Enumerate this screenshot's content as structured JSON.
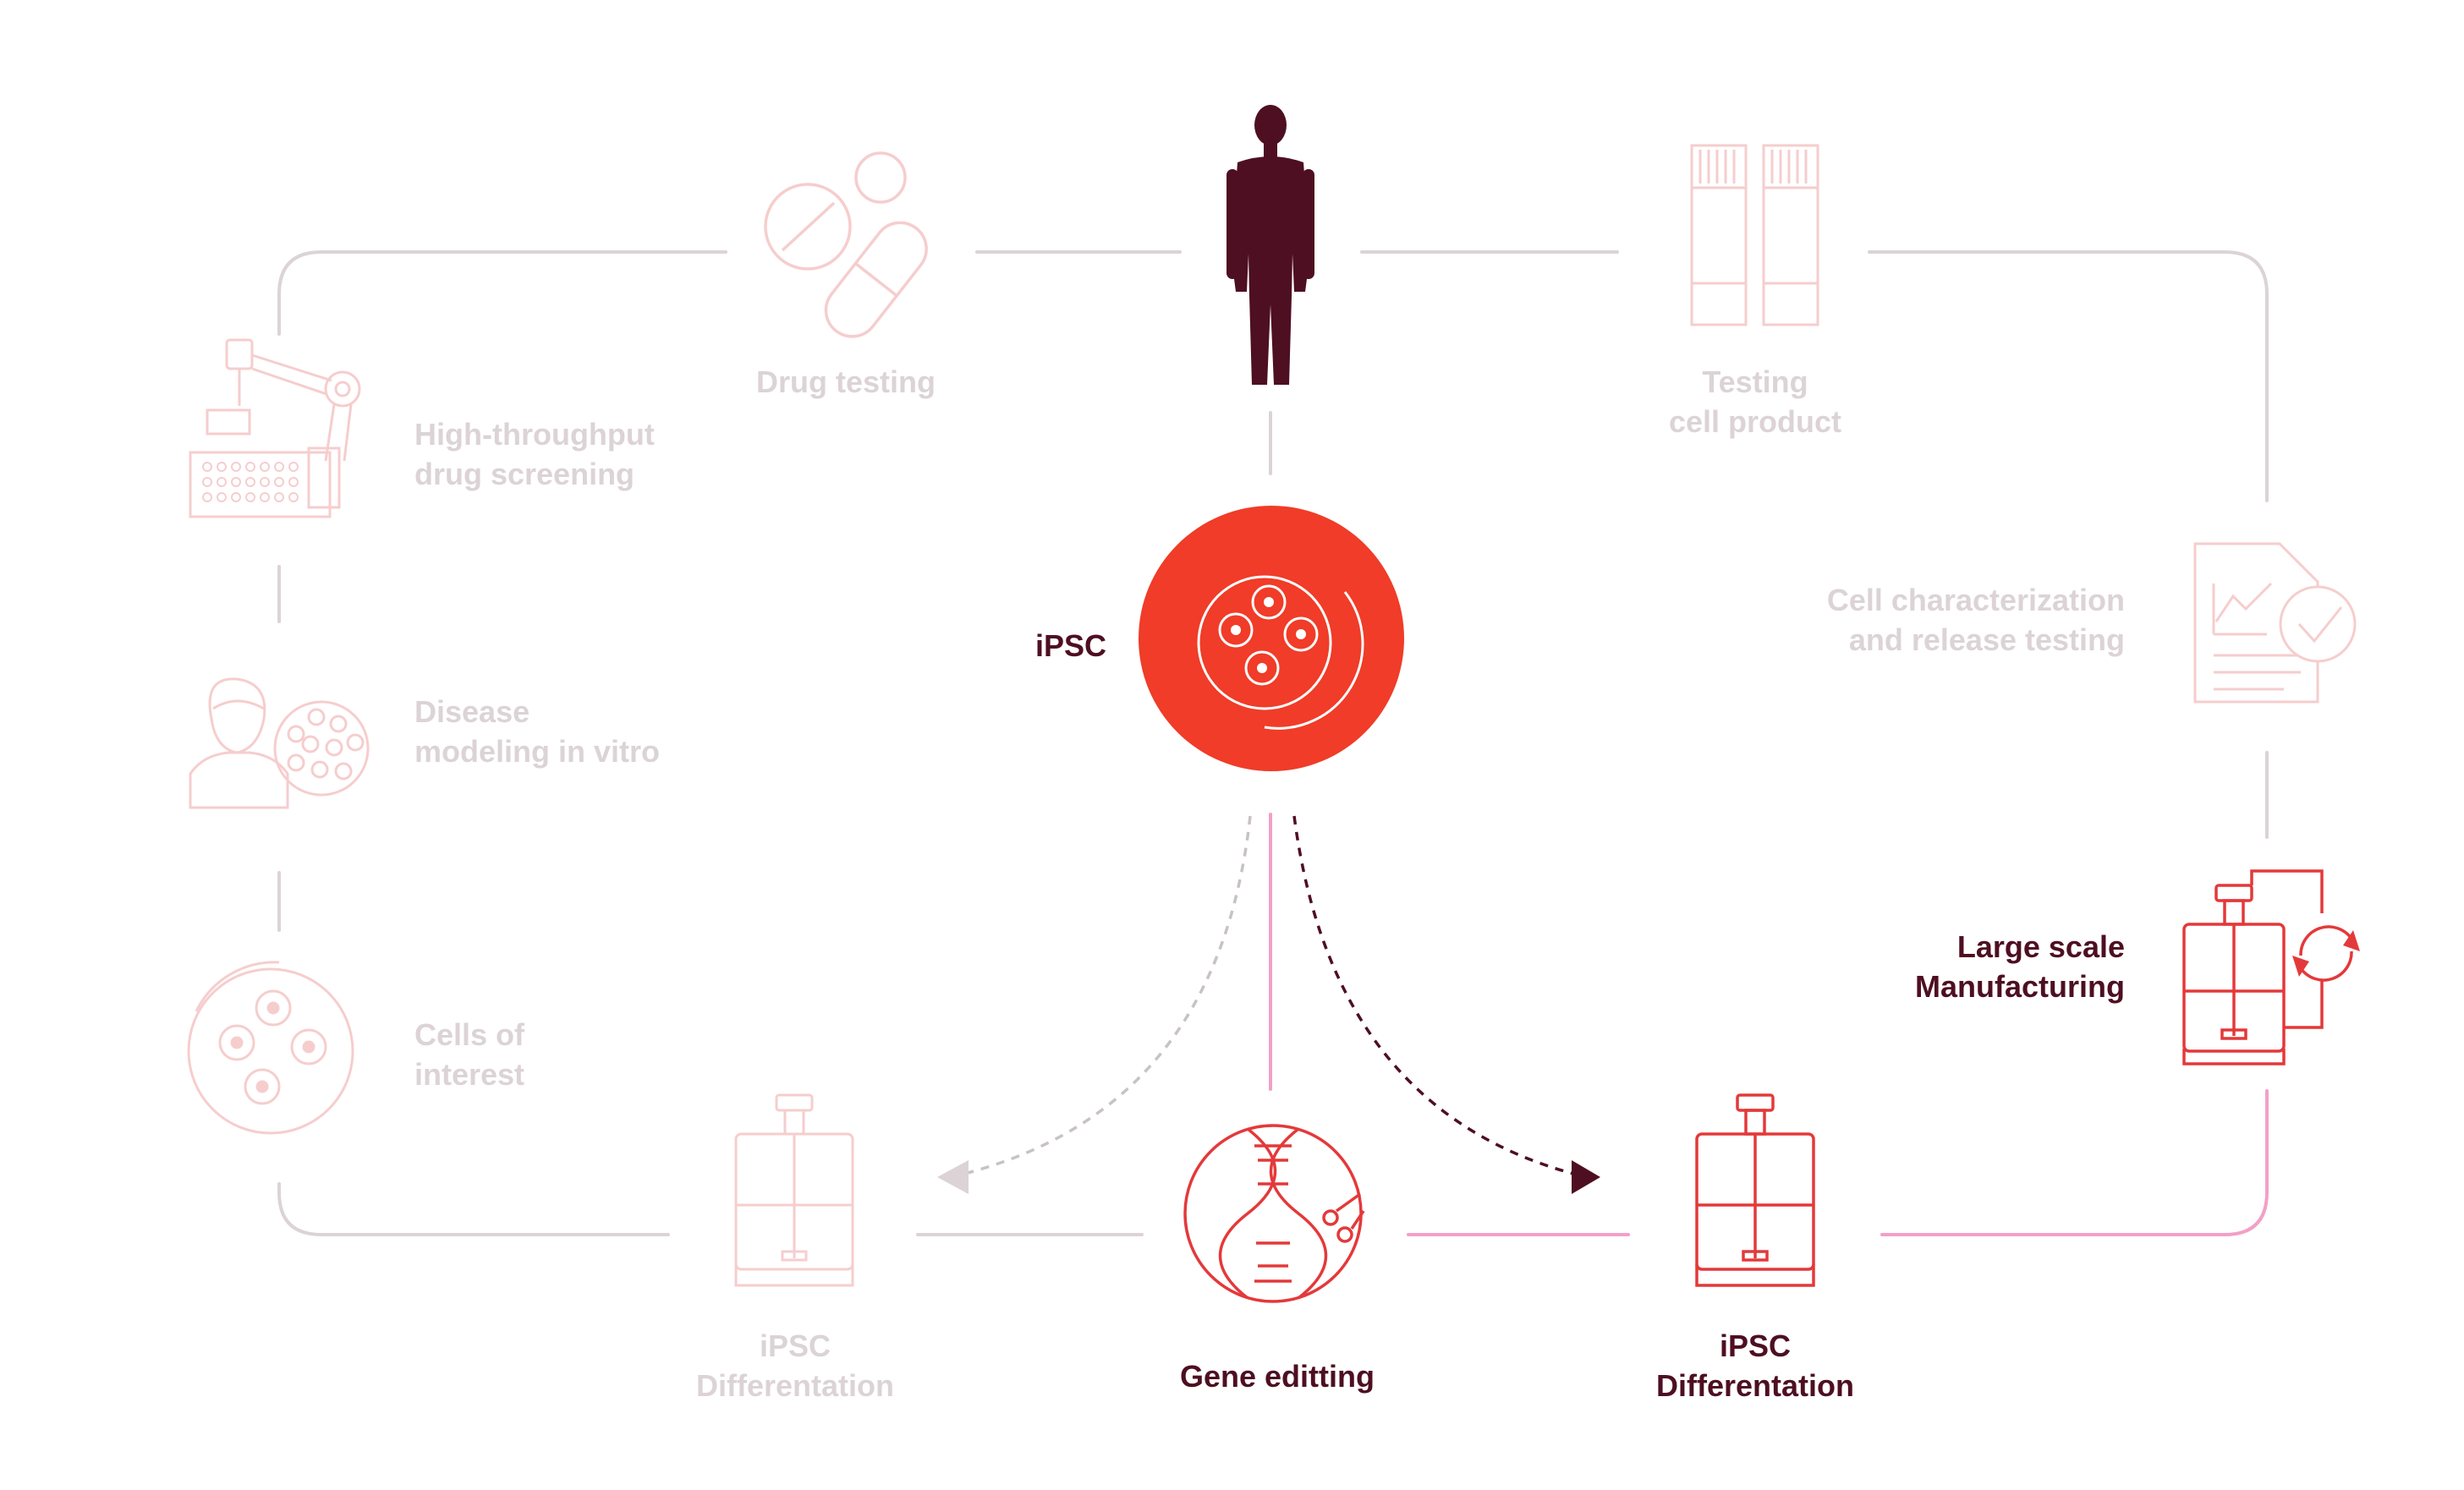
{
  "labels": {
    "drug_testing": "Drug testing",
    "high_throughput": [
      "High-throughput",
      "drug screening"
    ],
    "disease_modeling": [
      "Disease",
      "modeling in vitro"
    ],
    "cells_of_interest": [
      "Cells of",
      "interest"
    ],
    "ipsc_diff_faded": [
      "iPSC",
      "Differentation"
    ],
    "gene_editing": "Gene editting",
    "ipsc_diff_active": [
      "iPSC",
      "Differentation"
    ],
    "large_scale": [
      "Large scale",
      "Manufacturing"
    ],
    "cell_characterization": [
      "Cell characterization",
      "and release testing"
    ],
    "testing_cell_product": [
      "Testing",
      "cell product"
    ],
    "ipsc": "iPSC"
  },
  "colors": {
    "faded_line": "#dcd3d6",
    "faded_icon": "#f6cdcd",
    "accent_red": "#f03c28",
    "icon_red": "#e4393a",
    "dark_maroon": "#4e0f22",
    "pink_line": "#f2a0c8",
    "dashed_faded": "#c9c2c4"
  },
  "icons": [
    "human-figure-icon",
    "pills-icon",
    "robot-arm-plate-icon",
    "person-cells-icon",
    "petri-dish-icon",
    "bioreactor-icon",
    "dna-scissors-icon",
    "test-tubes-icon",
    "report-check-icon",
    "bioreactor-cycle-icon",
    "ipsc-dish-icon"
  ]
}
